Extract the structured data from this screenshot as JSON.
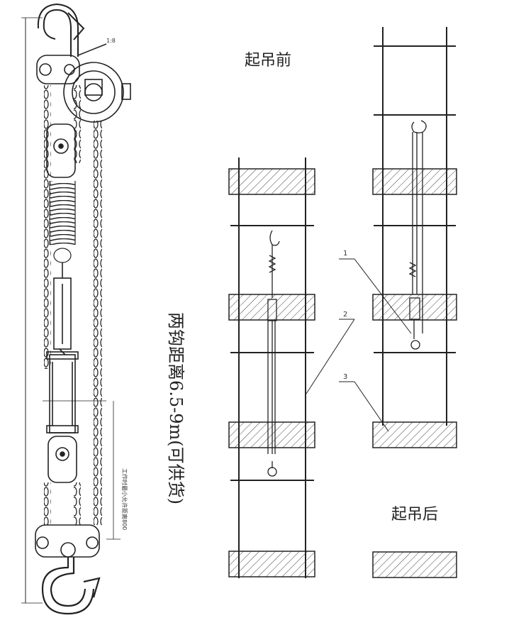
{
  "labels": {
    "before": "起吊前",
    "after": "起吊后",
    "hook_distance": "两钩距离6.5-9m(可供货)",
    "scale": "1:8",
    "work_note": "工作时最小允许距离800"
  },
  "callouts": [
    "1",
    "2",
    "3"
  ]
}
